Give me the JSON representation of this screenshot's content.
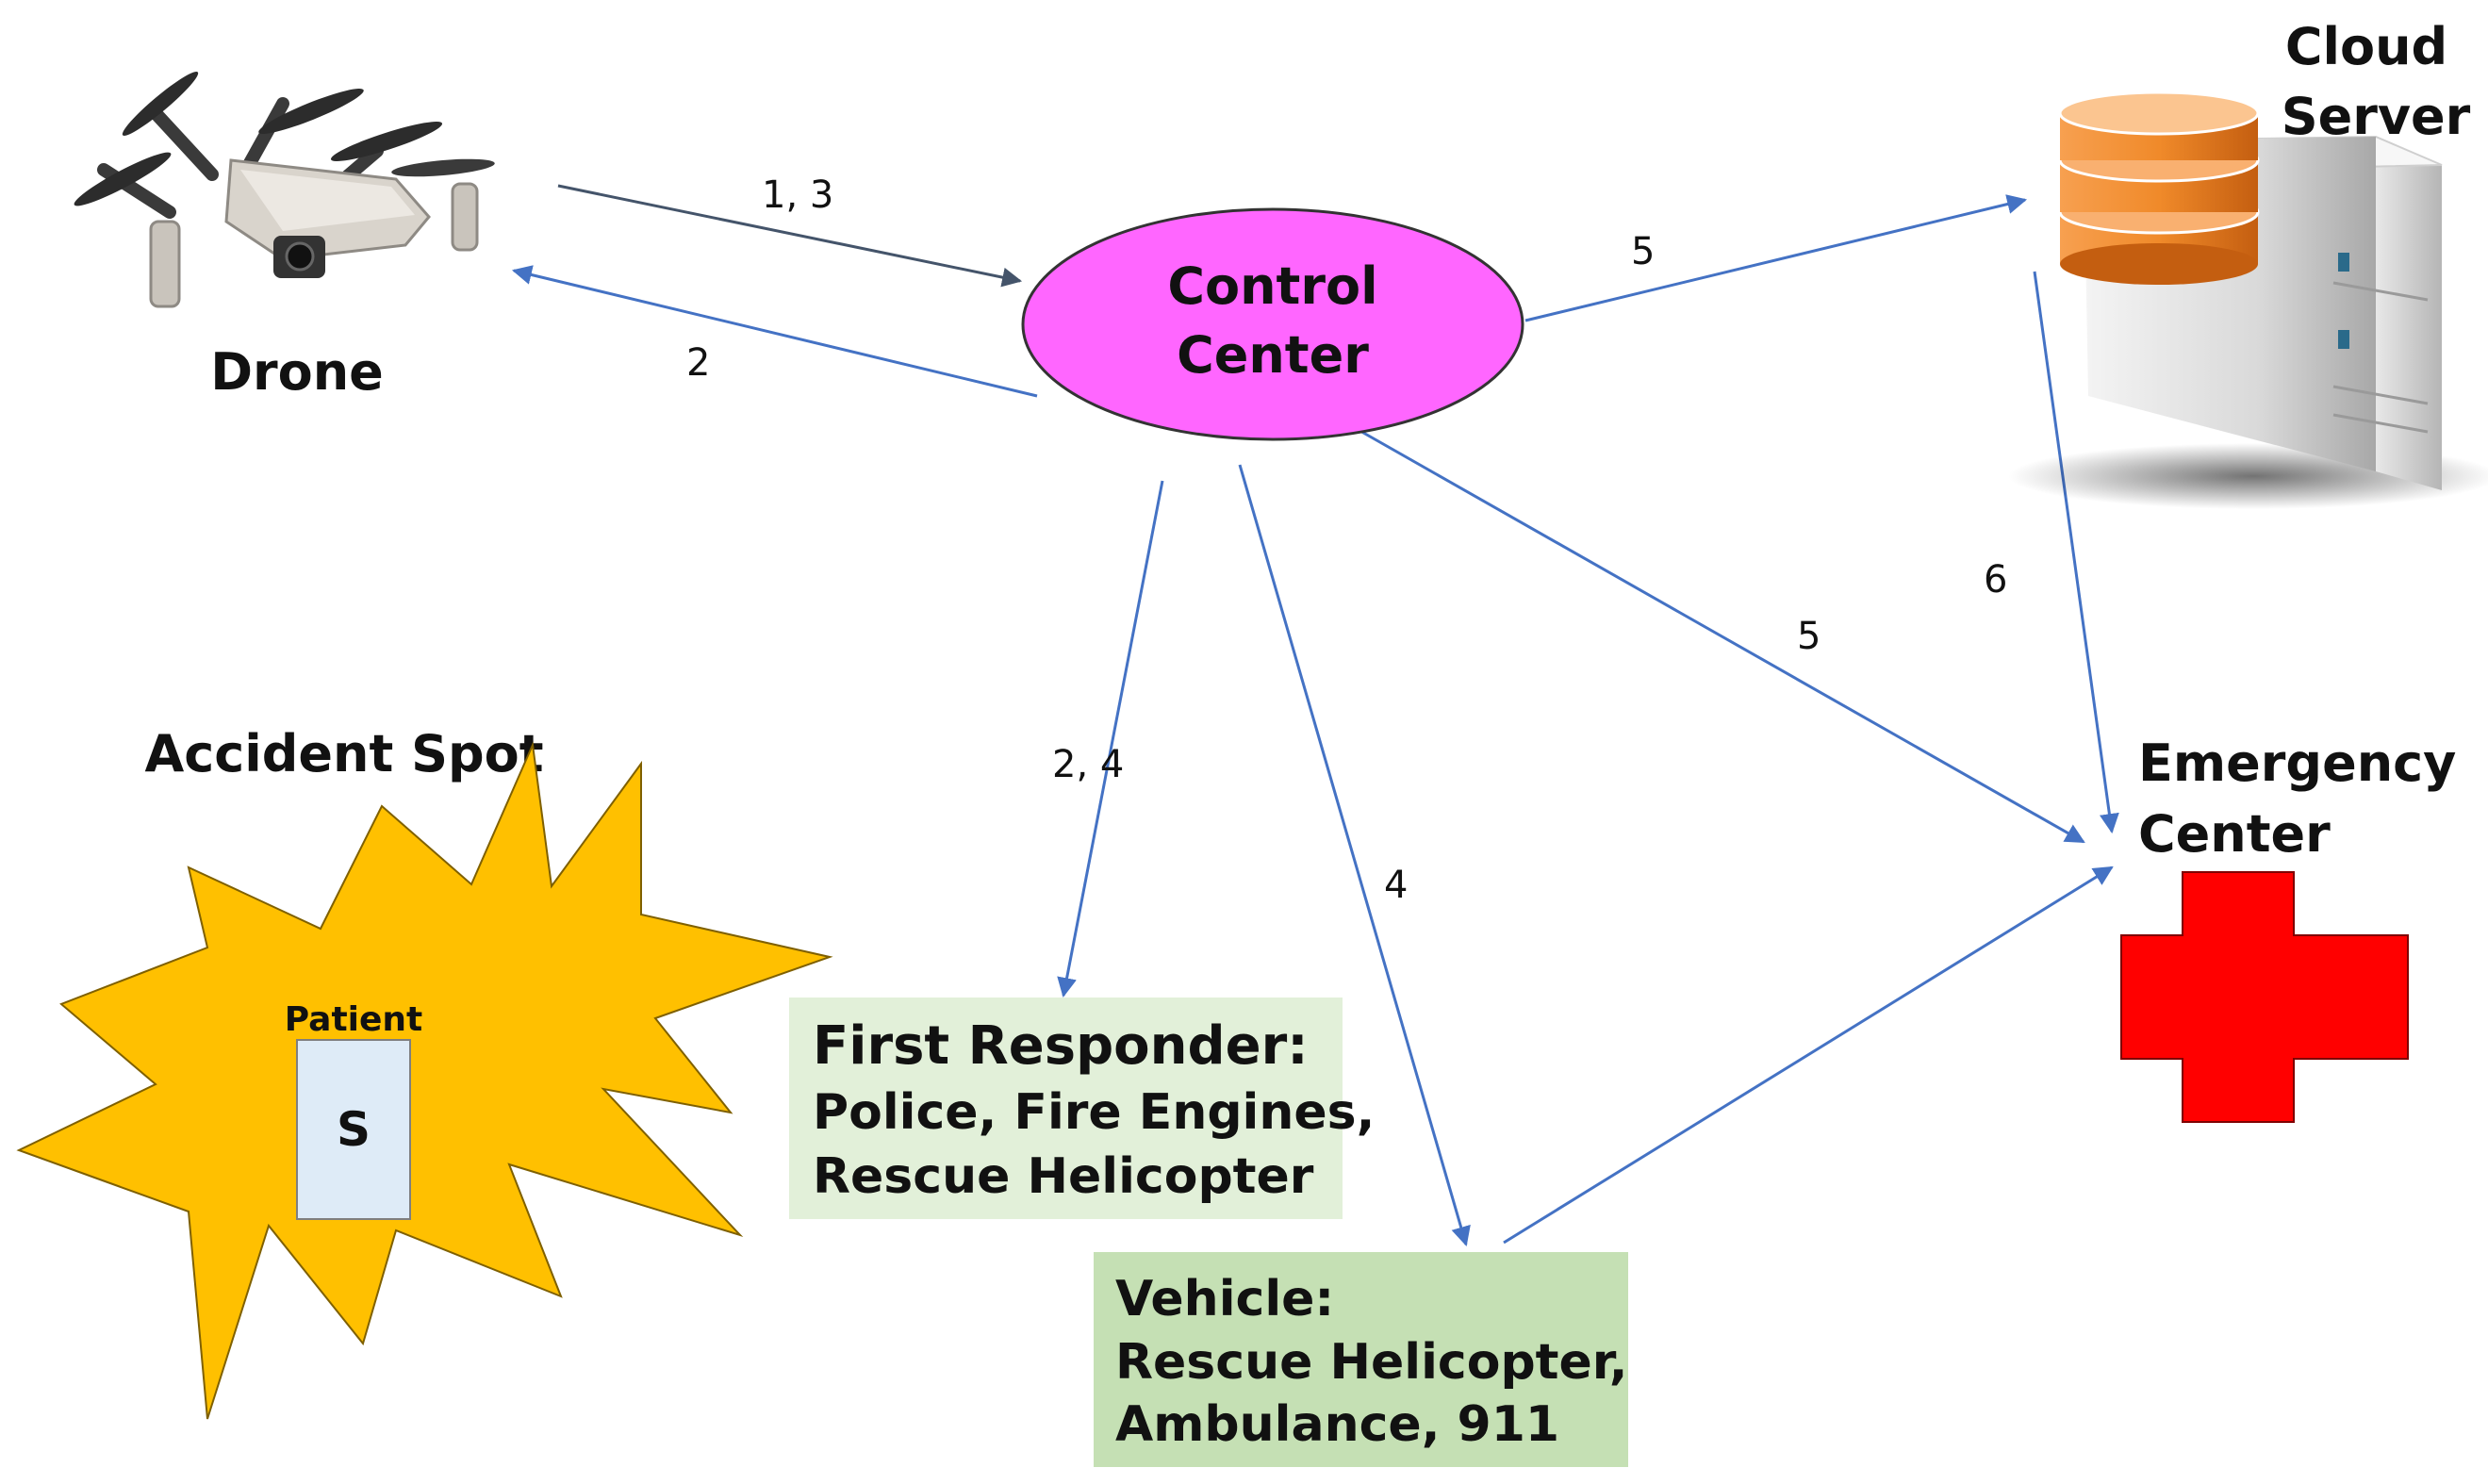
{
  "nodes": {
    "drone": {
      "label": "Drone"
    },
    "cloud_server": {
      "line1": "Cloud",
      "line2": "Server"
    },
    "control_center": {
      "line1": "Control",
      "line2": "Center",
      "fill": "#FF66FF"
    },
    "accident_spot": {
      "label": "Accident Spot",
      "fill": "#FFC000",
      "patient_label": "Patient",
      "patient_mark": "S"
    },
    "first_responder": {
      "line1": "First Responder:",
      "line2": "Police, Fire Engines,",
      "line3": "Rescue Helicopter",
      "fill": "#E2F0D9"
    },
    "vehicle": {
      "line1": "Vehicle:",
      "line2": "Rescue Helicopter,",
      "line3": "Ambulance, 911",
      "fill": "#C5E0B4"
    },
    "emergency_center": {
      "line1": "Emergency",
      "line2": "Center",
      "icon": "red-cross-icon",
      "fill": "#FF0000"
    }
  },
  "edges": [
    {
      "from": "drone",
      "to": "control_center",
      "label": "1,  3"
    },
    {
      "from": "control_center",
      "to": "drone",
      "label": "2"
    },
    {
      "from": "control_center",
      "to": "cloud_server",
      "label": "5"
    },
    {
      "from": "control_center",
      "to": "emergency_center",
      "label": "5"
    },
    {
      "from": "cloud_server",
      "to": "emergency_center",
      "label": "6"
    },
    {
      "from": "control_center",
      "to": "first_responder",
      "label": "2,  4"
    },
    {
      "from": "control_center",
      "to": "vehicle",
      "label": "4"
    },
    {
      "from": "vehicle",
      "to": "emergency_center",
      "label": ""
    }
  ],
  "colors": {
    "arrow": "#4472C4",
    "arrow_dark": "#44546A"
  }
}
